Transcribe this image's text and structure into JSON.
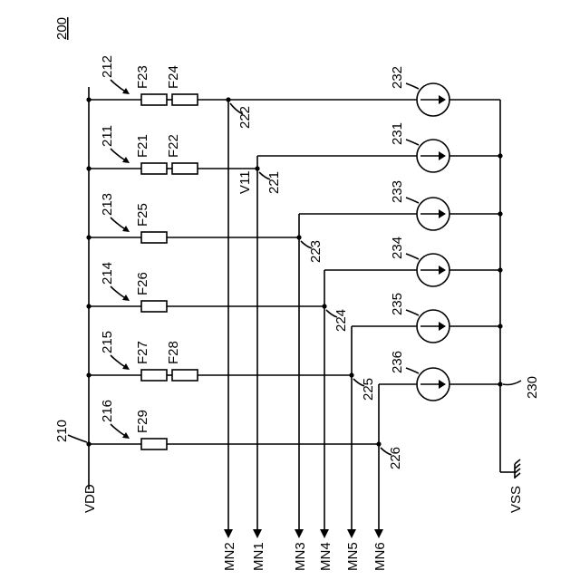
{
  "figure_number": "200",
  "supply": {
    "vdd_label": "VDD",
    "vdd_node_ref": "210",
    "vss_label": "VSS",
    "vss_node_ref": "230"
  },
  "node_label": "V11",
  "branches": [
    {
      "ref": "212",
      "fuses": [
        "F23",
        "F24"
      ],
      "node_ref": "222",
      "source_ref": "232",
      "output": "MN2"
    },
    {
      "ref": "211",
      "fuses": [
        "F21",
        "F22"
      ],
      "node_ref": "221",
      "source_ref": "231",
      "output": "MN1"
    },
    {
      "ref": "213",
      "fuses": [
        "F25"
      ],
      "node_ref": "223",
      "source_ref": "233",
      "output": "MN3"
    },
    {
      "ref": "214",
      "fuses": [
        "F26"
      ],
      "node_ref": "224",
      "source_ref": "234",
      "output": "MN4"
    },
    {
      "ref": "215",
      "fuses": [
        "F27",
        "F28"
      ],
      "node_ref": "225",
      "source_ref": "235",
      "output": "MN5"
    },
    {
      "ref": "216",
      "fuses": [
        "F29"
      ],
      "node_ref": "226",
      "source_ref": "236",
      "output": "MN6"
    }
  ]
}
